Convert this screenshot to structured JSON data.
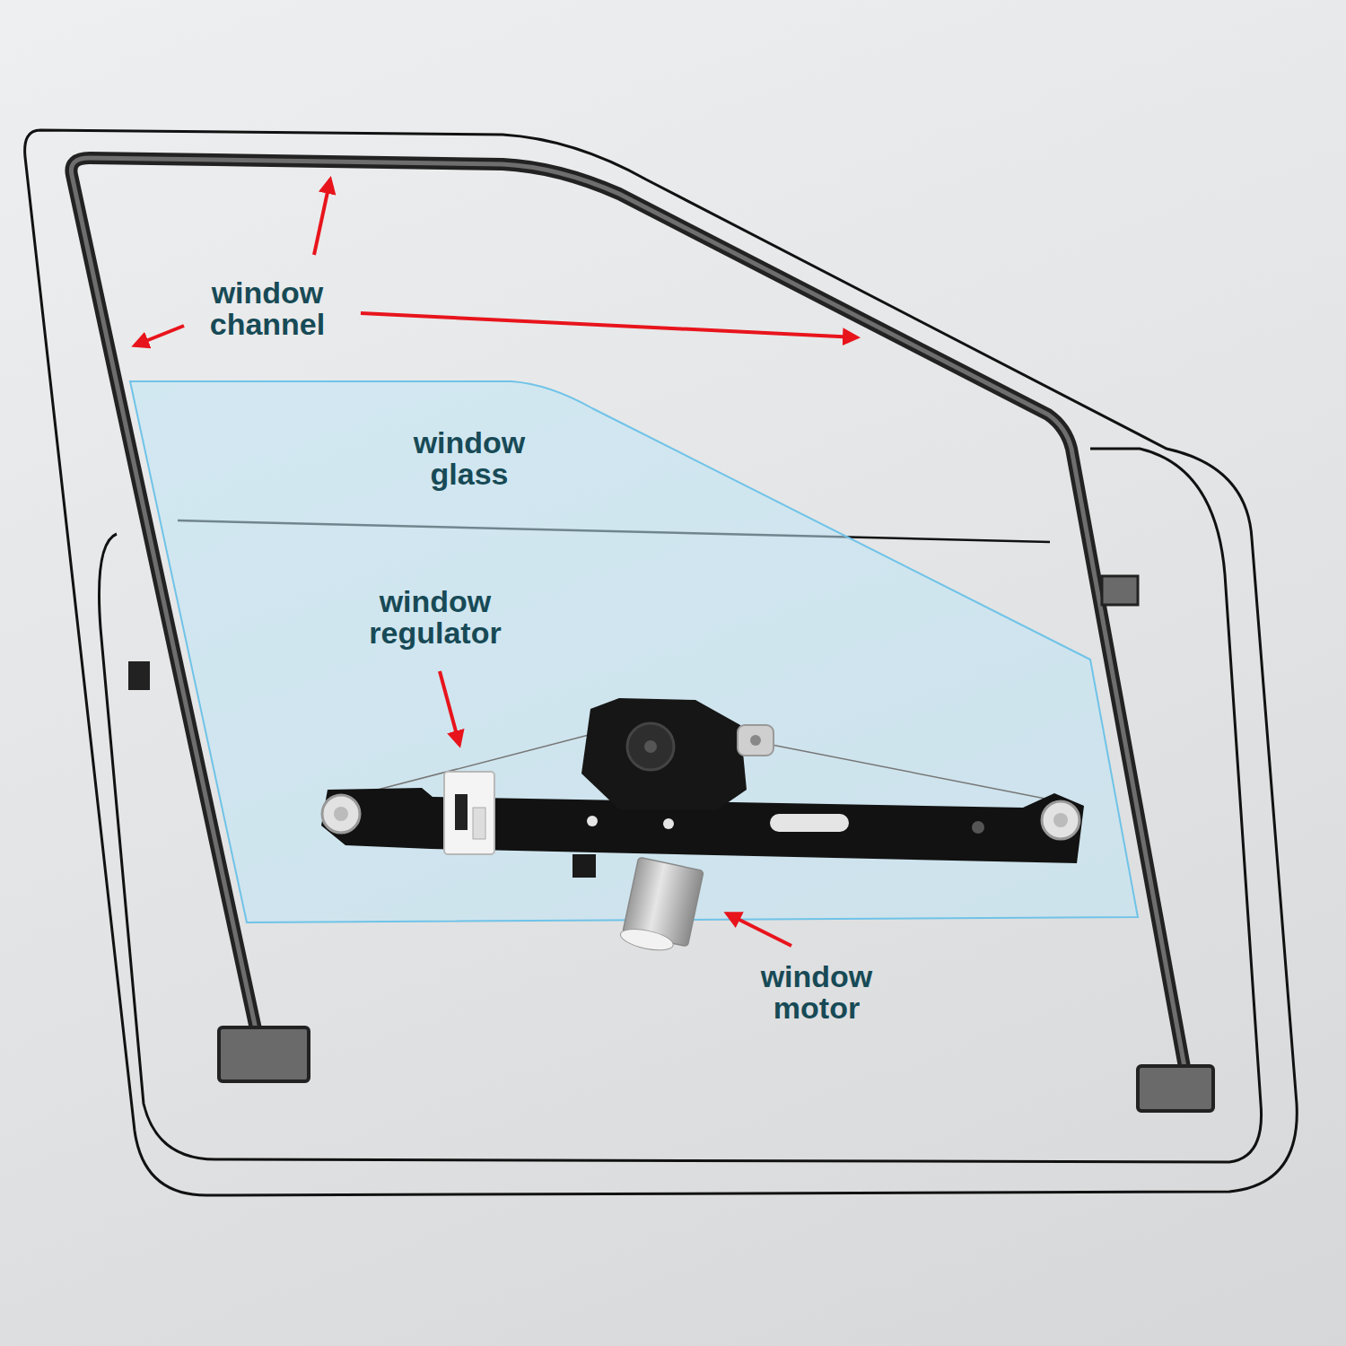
{
  "diagram": {
    "labels": [
      "window channel",
      "window glass",
      "window regulator",
      "window motor"
    ]
  }
}
